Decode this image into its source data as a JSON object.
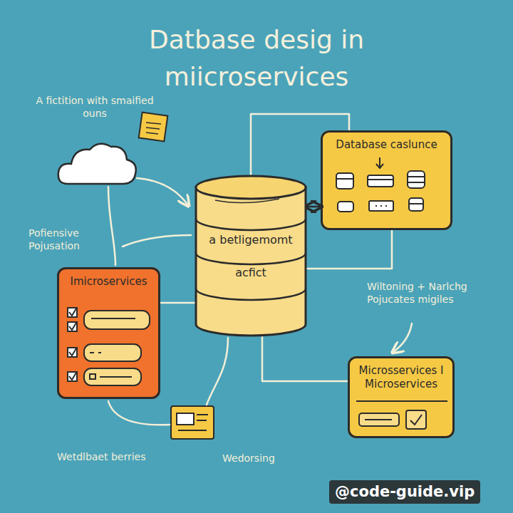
{
  "diagram": {
    "title": "Datbase desig in miicroservices",
    "nodes": [
      {
        "text": [
          "Database caslunce"
        ]
      },
      {
        "text": [
          "a betligemomt",
          "acfict"
        ]
      },
      {
        "text": [
          "Imicroservices"
        ]
      },
      {
        "text": [
          "Microsservices I Microservices"
        ]
      }
    ],
    "edges": [
      {
        "from": 1,
        "to": 0,
        "arrow": "both"
      },
      {
        "from": 1,
        "to": 0,
        "arrow": "none"
      },
      {
        "from": 0,
        "to": 1,
        "arrow": "none"
      },
      {
        "from": 1,
        "to": 2,
        "arrow": "none"
      },
      {
        "from": 1,
        "to": 3,
        "arrow": "none"
      }
    ],
    "labels": [
      "A fictition with smaified ouns",
      "Pofiensive Pojusation",
      "Wiltoning + Narlchg Pojucates migiles",
      "Wetdlbaet berries",
      "Wedorsing",
      "@code-guide.vip"
    ]
  }
}
